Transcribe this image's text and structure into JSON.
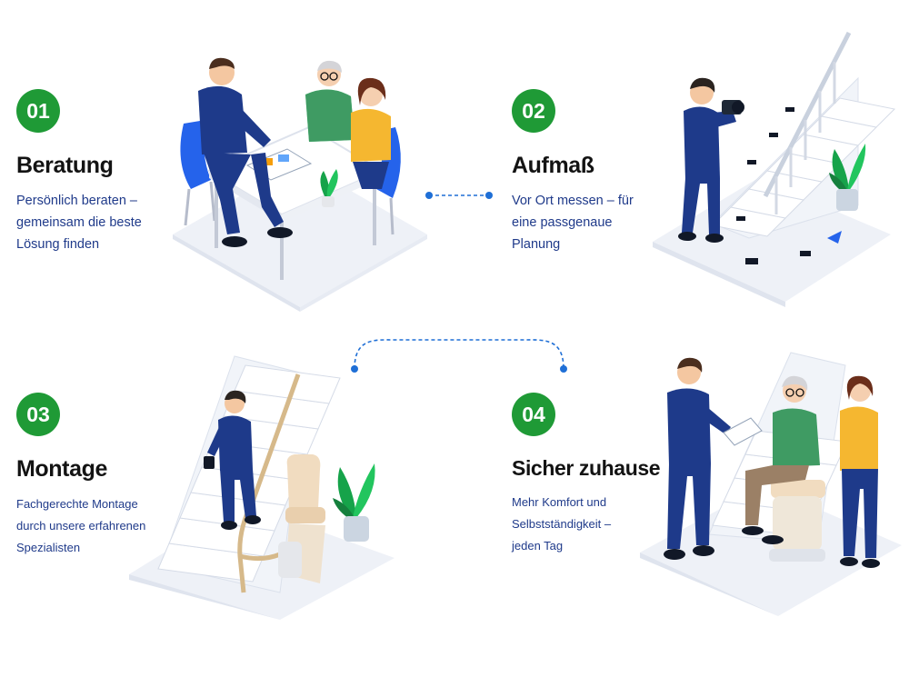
{
  "steps": [
    {
      "number": "01",
      "title": "Beratung",
      "description": "Persönlich beraten –\ngemeinsam die beste\nLösung finden"
    },
    {
      "number": "02",
      "title": "Aufmaß",
      "description": "Vor Ort messen – für\neine passgenaue\nPlanung"
    },
    {
      "number": "03",
      "title": "Montage",
      "description": "Fachgerechte Montage\ndurch unsere erfahrenen\nSpezialisten"
    },
    {
      "number": "04",
      "title": "Sicher zuhause",
      "description": "Mehr Komfort und\nSelbstständigkeit –\njeden Tag"
    }
  ],
  "colors": {
    "badge": "#1f9a36",
    "description_text": "#1f3a8a",
    "connector": "#1f6fd6",
    "uniform": "#1e3a8a"
  }
}
